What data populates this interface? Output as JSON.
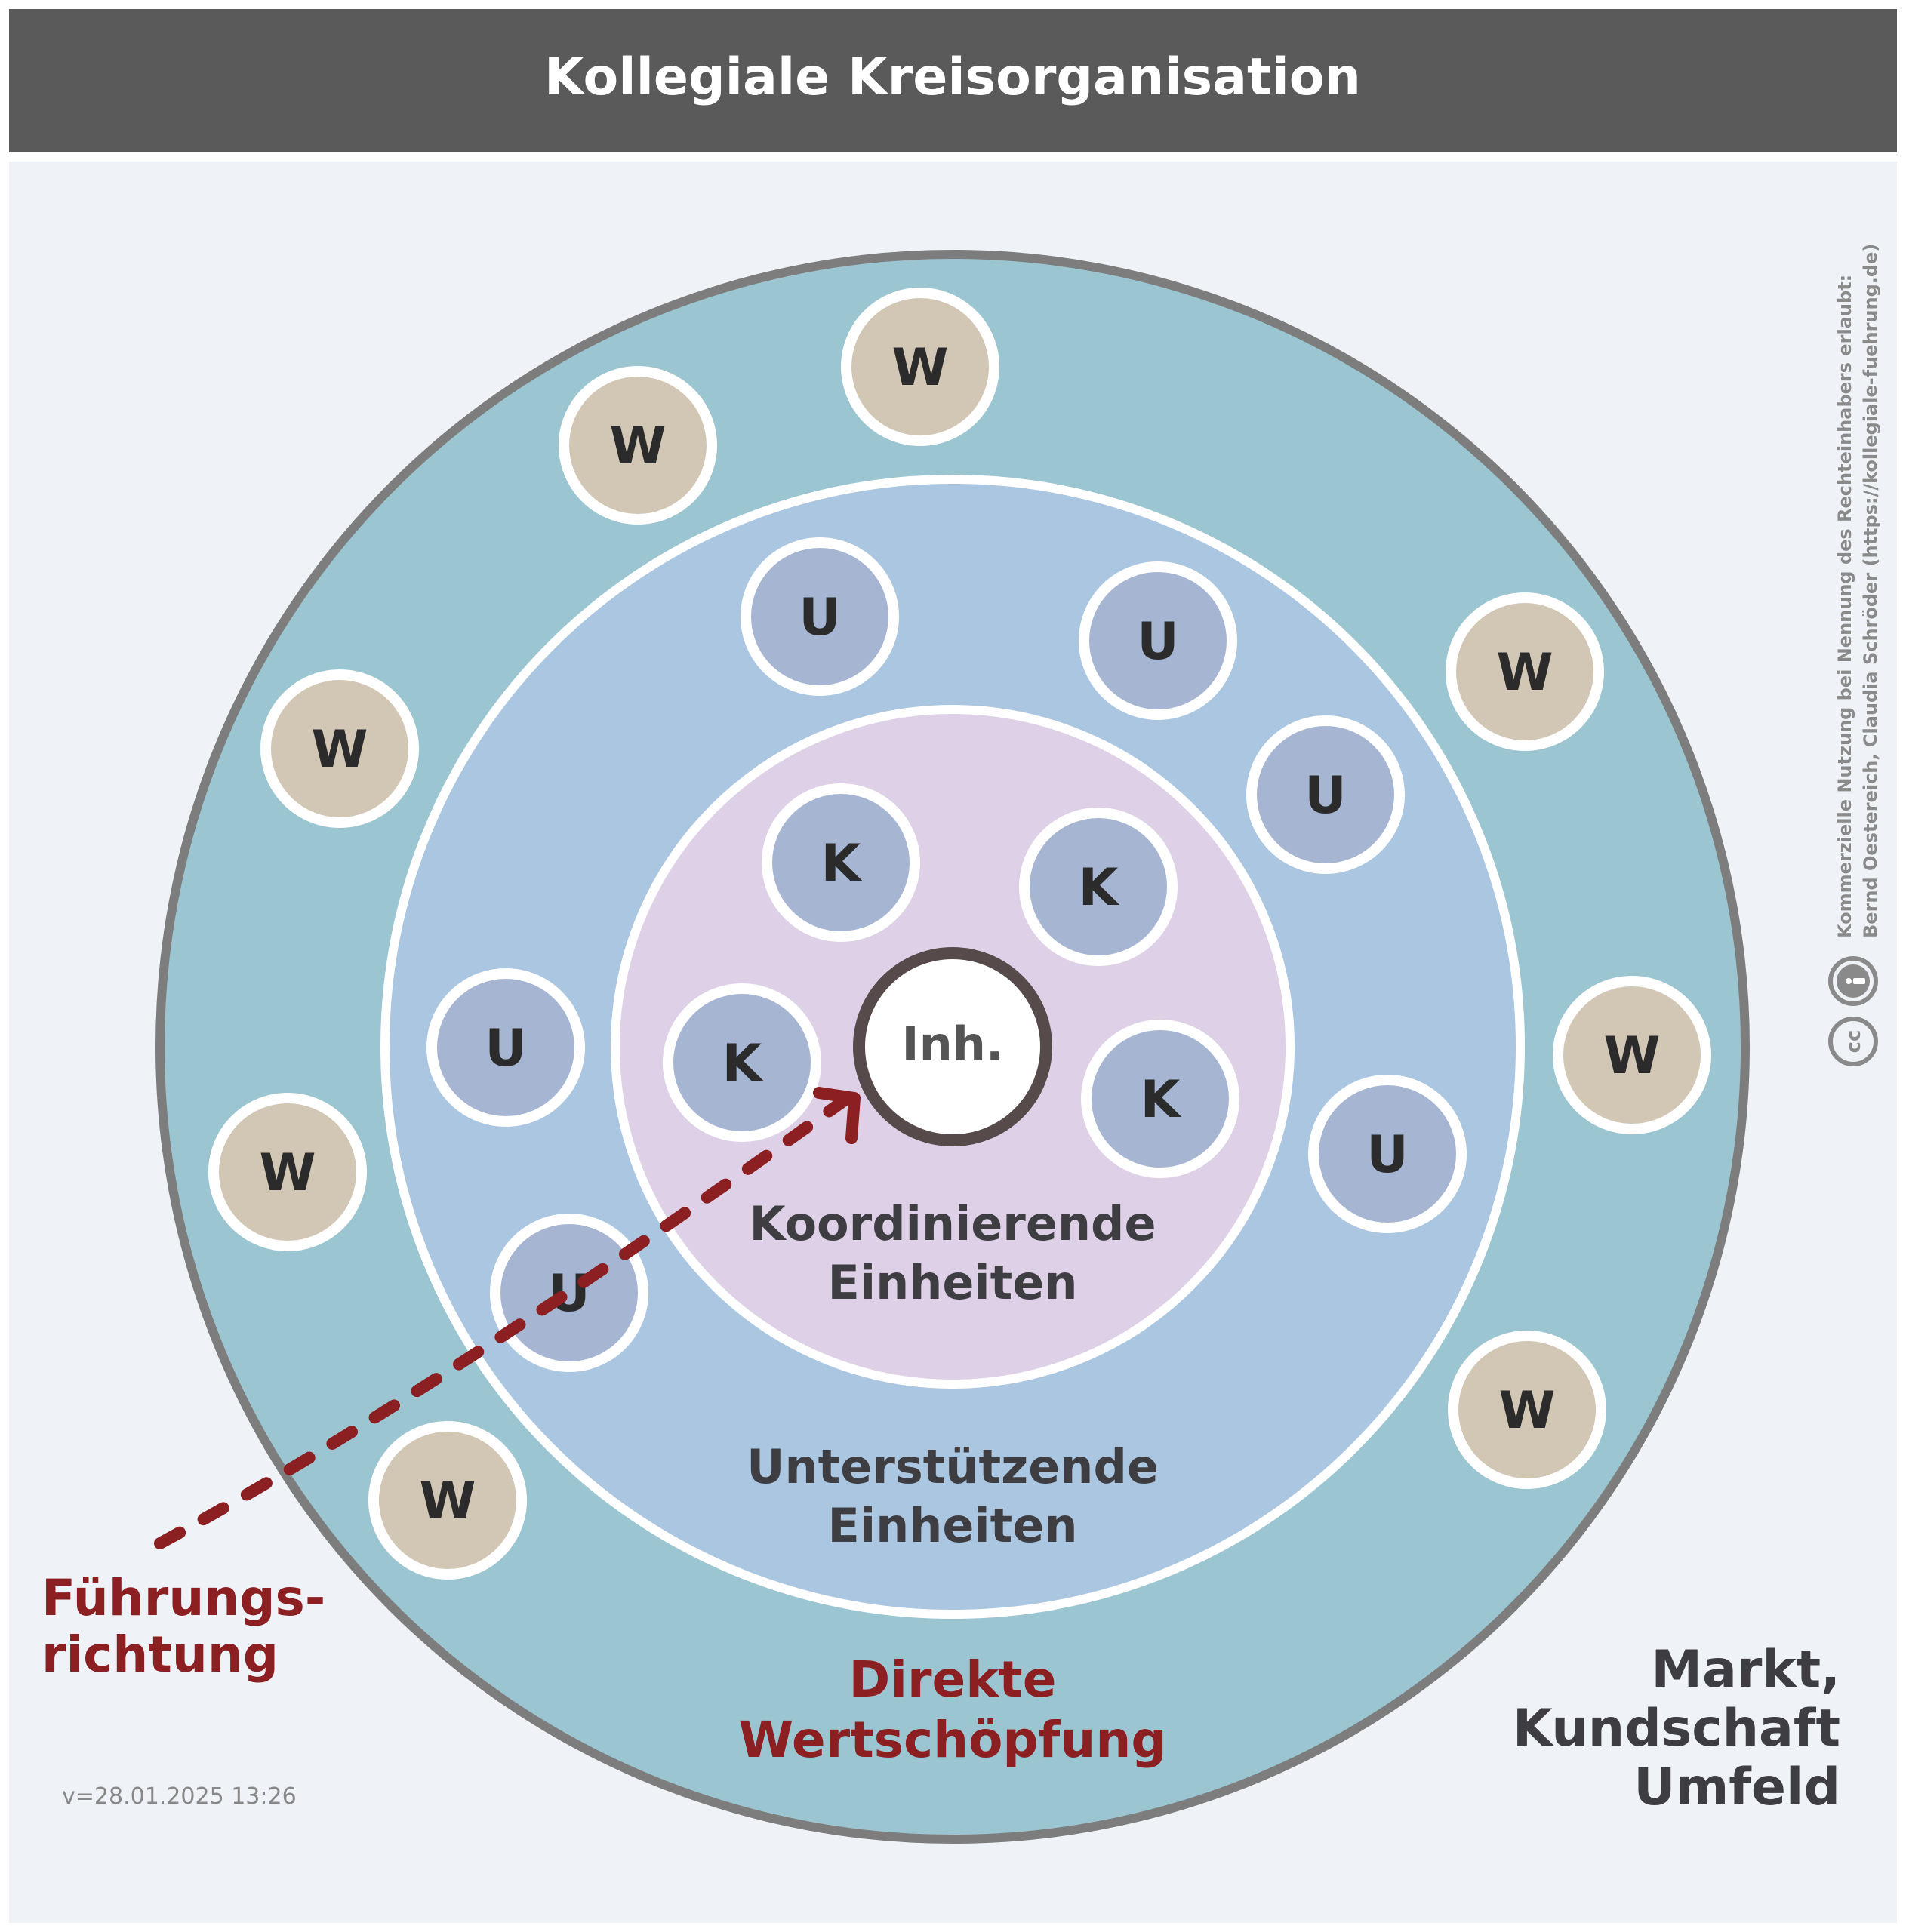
{
  "header": {
    "title": "Kollegiale Kreisorganisation"
  },
  "colors": {
    "header_bg": "#5a5a5a",
    "page_bg": "#eff2f7",
    "outer_ring": "#9bc6d1",
    "outer_border": "#7d7d7d",
    "middle_ring": "#abc6e0",
    "inner_ring": "#ded0e6",
    "ring_border": "#ffffff",
    "w_node": "#d2c6b4",
    "u_node": "#a6b6d2",
    "k_node": "#a6b6d2",
    "center_border": "#564a4a",
    "accent_red": "#8b1f22",
    "label_dark": "#3e3e42"
  },
  "center": {
    "label": "Inh."
  },
  "rings": {
    "inner": {
      "label_line1": "Koordinierende",
      "label_line2": "Einheiten"
    },
    "middle": {
      "label_line1": "Unterstützende",
      "label_line2": "Einheiten"
    },
    "outer": {
      "label_line1": "Direkte",
      "label_line2": "Wertschöpfung"
    }
  },
  "nodes": {
    "k_label": "K",
    "u_label": "U",
    "w_label": "W"
  },
  "direction": {
    "label_line1": "Führungs-",
    "label_line2": "richtung"
  },
  "environment": {
    "line1": "Markt,",
    "line2": "Kundschaft",
    "line3": "Umfeld"
  },
  "license": {
    "line1": "Kommerzielle Nutzung bei Nennung des Rechteinhabers erlaubt:",
    "line2": "Bernd Oestereich, Claudia Schröder (https://kollegiale-fuehrung.de)",
    "cc_icon_text": "cc"
  },
  "version": "v=28.01.2025 13:26"
}
